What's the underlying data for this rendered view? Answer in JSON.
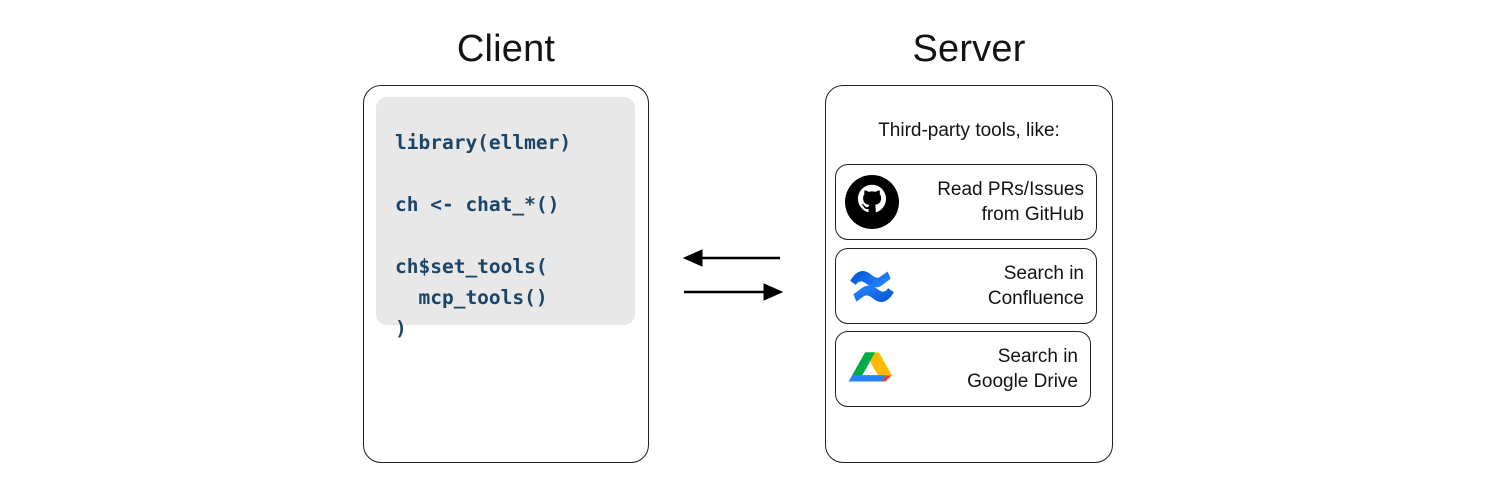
{
  "diagram": {
    "client": {
      "title": "Client",
      "code": "library(ellmer)\n\nch <- chat_*()\n\nch$set_tools(\n  mcp_tools()\n)",
      "code_color": "#1b4568",
      "code_bg": "#e8e8e8"
    },
    "connection": {
      "arrow_left_label": "response-arrow-left",
      "arrow_right_label": "request-arrow-right",
      "color": "#000000"
    },
    "server": {
      "title": "Server",
      "subtitle": "Third-party tools, like:",
      "tools": [
        {
          "icon": "github-icon",
          "label": "Read PRs/Issues\nfrom GitHub",
          "color": "#000000"
        },
        {
          "icon": "confluence-icon",
          "label": "Search in\nConfluence",
          "color": "#2684FF"
        },
        {
          "icon": "google-drive-icon",
          "label": "Search in\nGoogle Drive",
          "color": "#00832D"
        }
      ]
    }
  }
}
